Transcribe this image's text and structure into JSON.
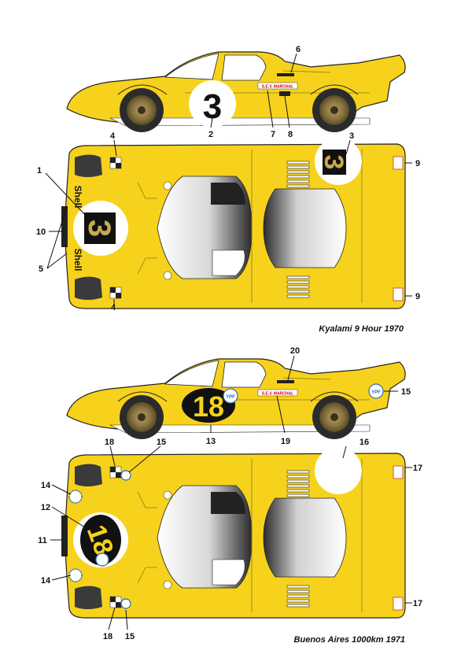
{
  "colors": {
    "body": "#f6d21d",
    "outline": "#222222",
    "roundel": "#ffffff",
    "glass": "#e9e9e9"
  },
  "cars": [
    {
      "caption": "Kyalami 9 Hour 1970",
      "race_number": "3",
      "labels": {
        "n1": "1",
        "n2": "2",
        "n3": "3",
        "n4a": "4",
        "n4b": "4",
        "n5": "5",
        "n6": "6",
        "n7": "7",
        "n8": "8",
        "n9a": "9",
        "n9b": "9",
        "n10": "10"
      },
      "text_decals": {
        "shell_top": "Shell",
        "shell_bottom": "Shell",
        "side_logo": "S.E.V. MARCHAL"
      }
    },
    {
      "caption": "Buenos Aires 1000km 1971",
      "race_number": "18",
      "labels": {
        "n11": "11",
        "n12": "12",
        "n13": "13",
        "n14a": "14",
        "n14b": "14",
        "n15a": "15",
        "n15b": "15",
        "n15c": "15",
        "n16": "16",
        "n17a": "17",
        "n17b": "17",
        "n18a": "18",
        "n18b": "18",
        "n19": "19",
        "n20": "20"
      },
      "text_decals": {
        "ypf": "YPF",
        "side_logo": "S.E.V. MARCHAL"
      }
    }
  ]
}
